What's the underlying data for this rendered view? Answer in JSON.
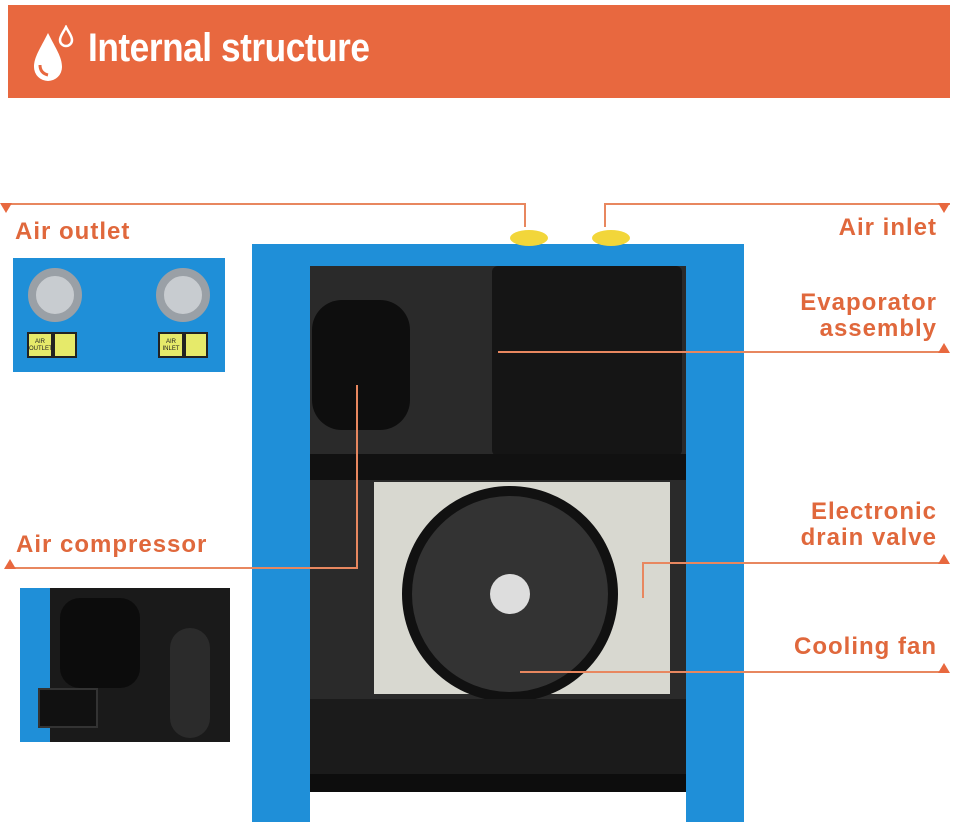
{
  "header": {
    "title": "Internal structure",
    "icon": "water-drops-icon",
    "color": "#E8683F"
  },
  "labels": {
    "air_outlet": "Air outlet",
    "air_inlet": "Air inlet",
    "evaporator_line1": "Evaporator",
    "evaporator_line2": "assembly",
    "compressor": "Air compressor",
    "drain_line1": "Electronic",
    "drain_line2": "drain valve",
    "fan": "Cooling fan"
  },
  "inset_tags": {
    "outlet_line1": "AIR",
    "outlet_line2": "OUTLET",
    "inlet_line1": "AIR",
    "inlet_line2": "INLET"
  },
  "colors": {
    "accent": "#E8683F",
    "frame": "#1F8FD8"
  }
}
